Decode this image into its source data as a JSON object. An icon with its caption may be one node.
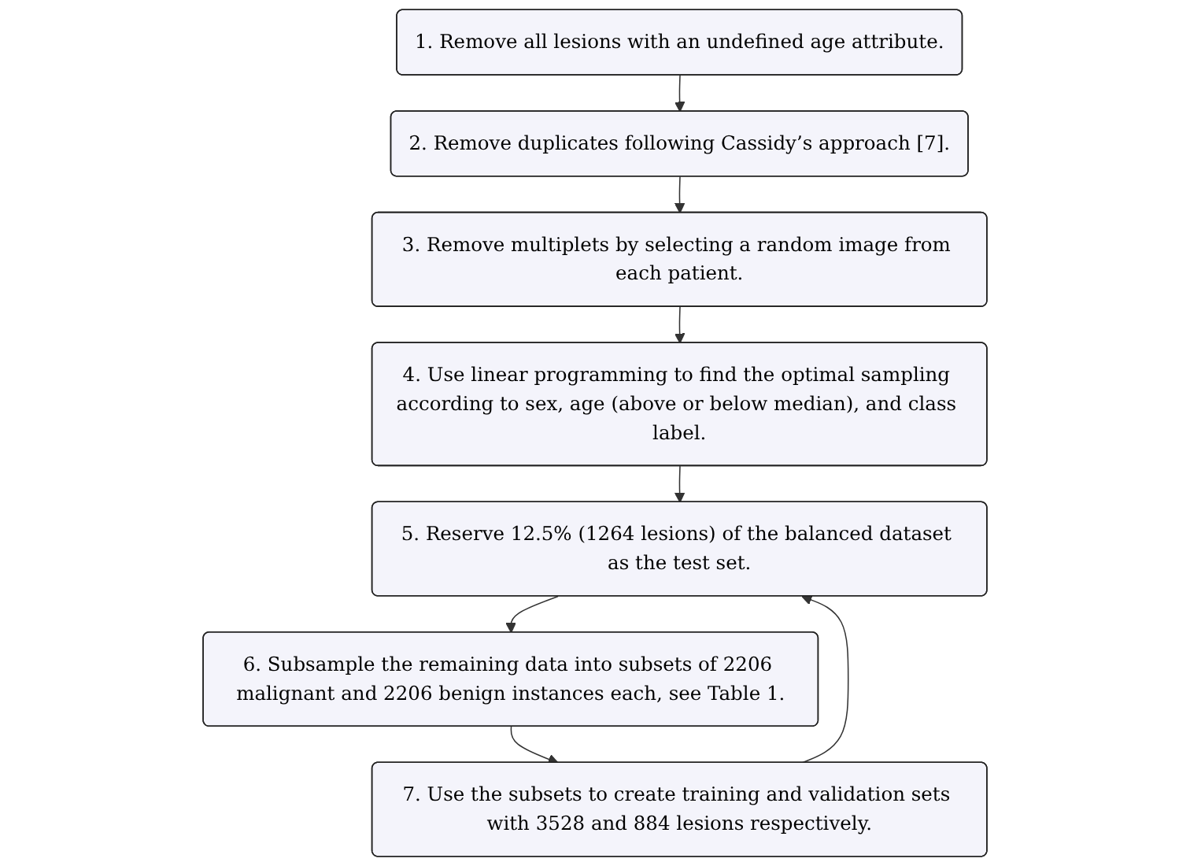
{
  "diagram": {
    "nodes": [
      {
        "text": [
          "1. Remove all lesions with an undefined age attribute."
        ]
      },
      {
        "text": [
          "2. Remove duplicates following Cassidy’s approach [7]."
        ]
      },
      {
        "text": [
          "3. Remove multiplets by selecting a random image from each patient."
        ]
      },
      {
        "text": [
          "4. Use linear programming to find the optimal sampling according to sex, age (above or below median), and class label."
        ]
      },
      {
        "text": [
          "5. Reserve 12.5% (1264 lesions) of the balanced dataset as the test set."
        ]
      },
      {
        "text": [
          "6. Subsample the remaining data into subsets of 2206 malignant and 2206 benign instances each, see Table 1."
        ]
      },
      {
        "text": [
          "7. Use the subsets to create training and validation sets with 3528 and 884 lesions respectively."
        ]
      }
    ],
    "edges": [
      {
        "from": 0,
        "to": 1,
        "arrow": "to"
      },
      {
        "from": 1,
        "to": 2,
        "arrow": "to"
      },
      {
        "from": 2,
        "to": 3,
        "arrow": "to"
      },
      {
        "from": 3,
        "to": 4,
        "arrow": "to"
      },
      {
        "from": 4,
        "to": 5,
        "arrow": "to"
      },
      {
        "from": 5,
        "to": 6,
        "arrow": "to"
      },
      {
        "from": 6,
        "to": 4,
        "arrow": "to"
      }
    ]
  }
}
